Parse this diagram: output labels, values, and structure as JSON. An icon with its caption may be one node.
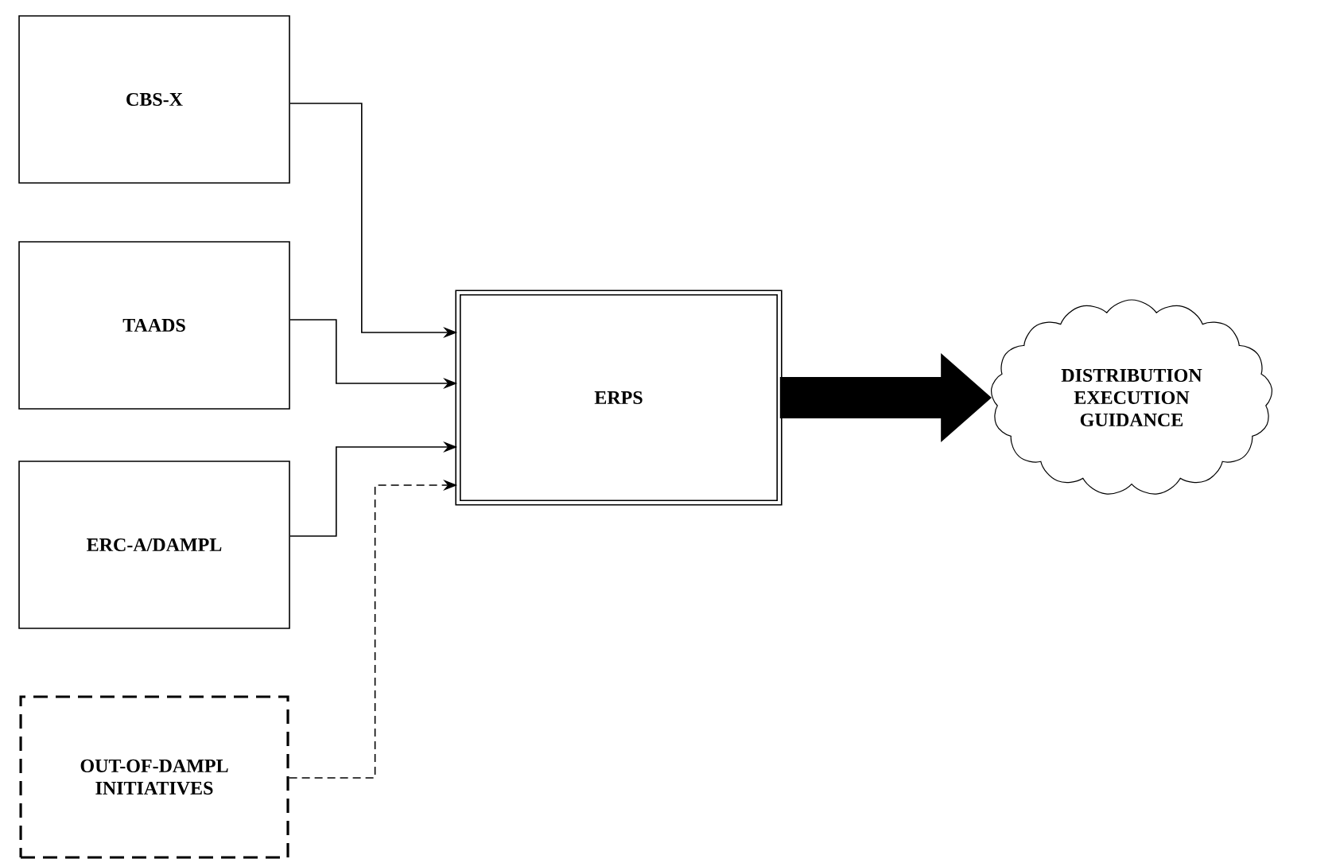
{
  "diagram": {
    "nodes": [
      {
        "text": [
          "CBS-X"
        ]
      },
      {
        "text": [
          "TAADS"
        ]
      },
      {
        "text": [
          "ERC-A/DAMPL"
        ]
      },
      {
        "text": [
          "OUT-OF-DAMPL INITIATIVES"
        ]
      },
      {
        "text": [
          "ERPS"
        ]
      },
      {
        "text": [
          "DISTRIBUTION EXECUTION GUIDANCE"
        ]
      }
    ],
    "edges": [
      {
        "from": 0,
        "to": 4,
        "arrow": "to"
      },
      {
        "from": 1,
        "to": 4,
        "arrow": "to"
      },
      {
        "from": 2,
        "to": 4,
        "arrow": "to"
      },
      {
        "from": 3,
        "to": 4,
        "arrow": "to",
        "style": "dashed"
      },
      {
        "from": 4,
        "to": 5,
        "arrow": "to",
        "style": "thick"
      }
    ]
  }
}
